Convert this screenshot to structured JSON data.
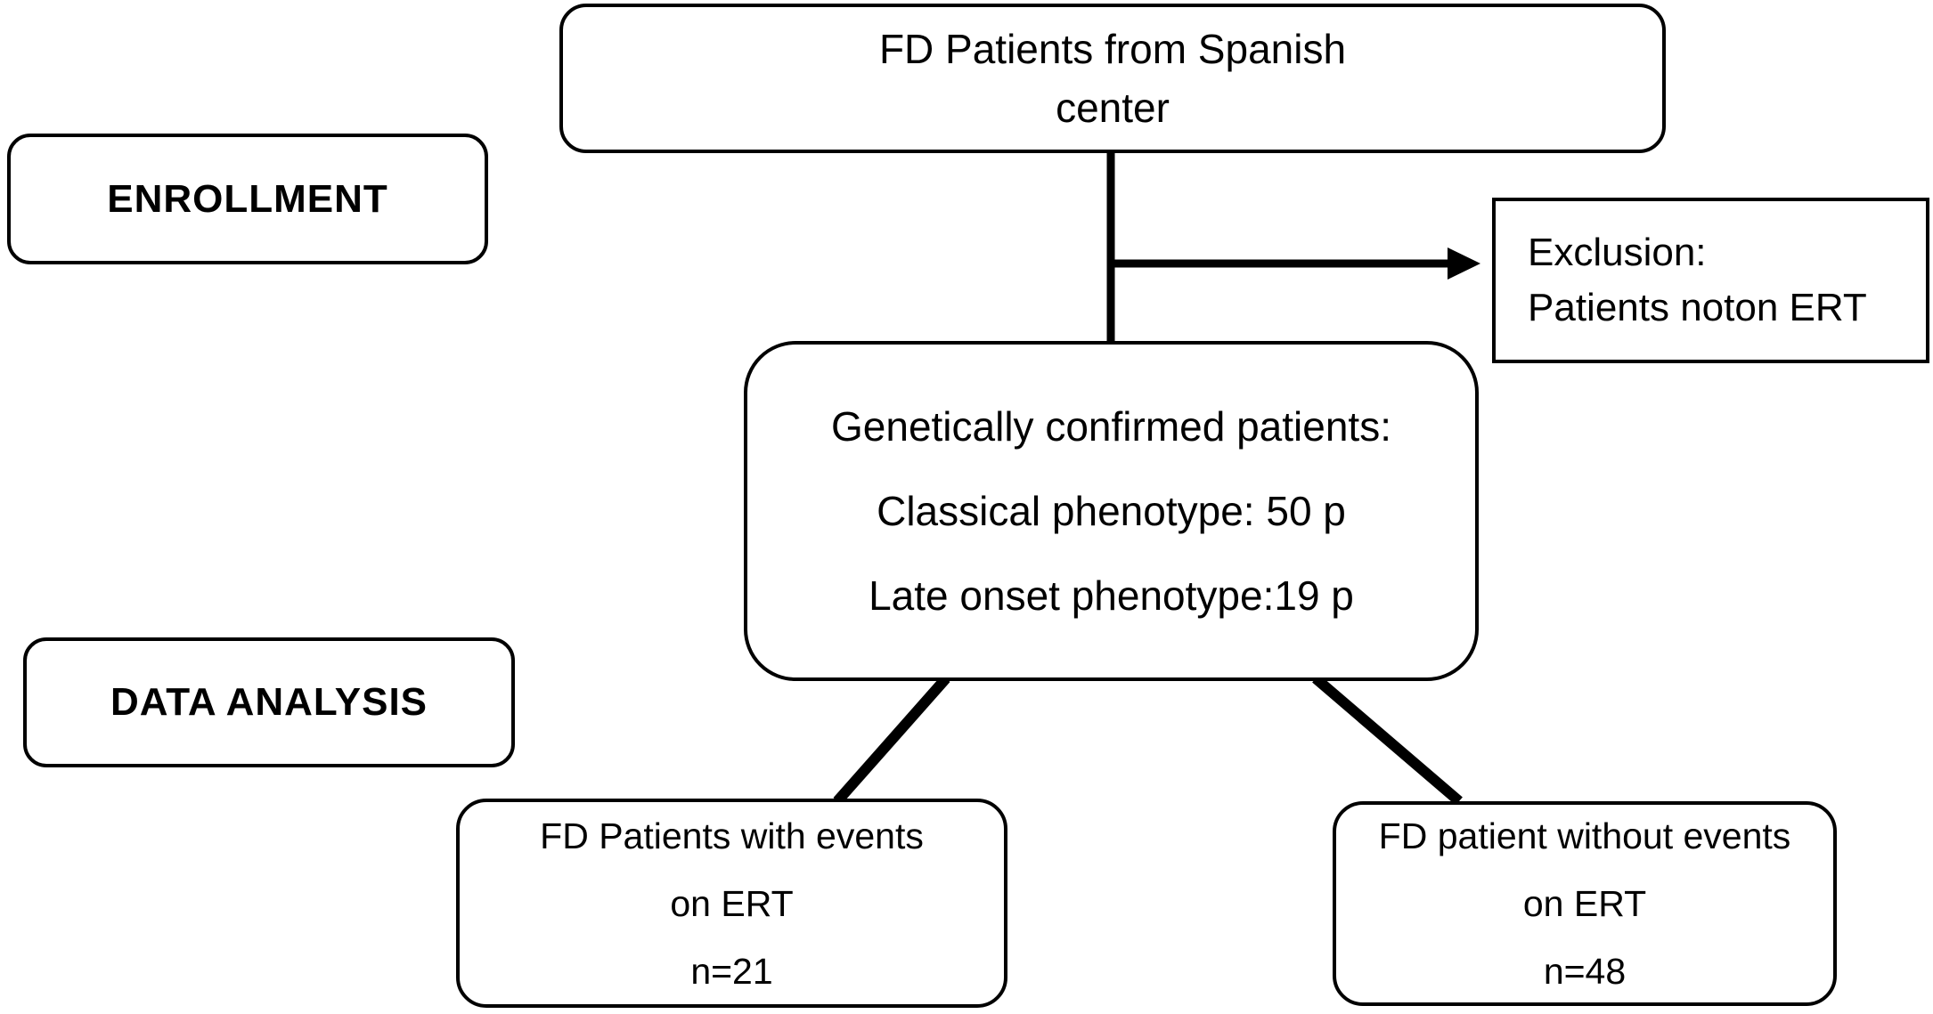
{
  "palette": {
    "line_color": "#000000",
    "border_color": "#000000",
    "background": "#ffffff",
    "text_color": "#000000"
  },
  "phase_labels": {
    "enrollment": "ENROLLMENT",
    "data_analysis": "DATA ANALYSIS"
  },
  "nodes": {
    "source": {
      "lines": [
        "FD Patients from Spanish",
        "center"
      ]
    },
    "exclusion": {
      "lines": [
        "Exclusion:",
        "Patients noton ERT"
      ]
    },
    "confirmed": {
      "lines": [
        "Genetically confirmed patients:",
        "Classical phenotype: 50 p",
        "Late onset phenotype:19 p"
      ]
    },
    "with_events": {
      "lines": [
        "FD Patients with events",
        "on ERT",
        "n=21"
      ]
    },
    "without_events": {
      "lines": [
        "FD patient without events",
        "on ERT",
        "n=48"
      ]
    }
  },
  "counts": {
    "classical_phenotype": 50,
    "late_onset_phenotype": 19,
    "with_events_n": 21,
    "without_events_n": 48
  }
}
